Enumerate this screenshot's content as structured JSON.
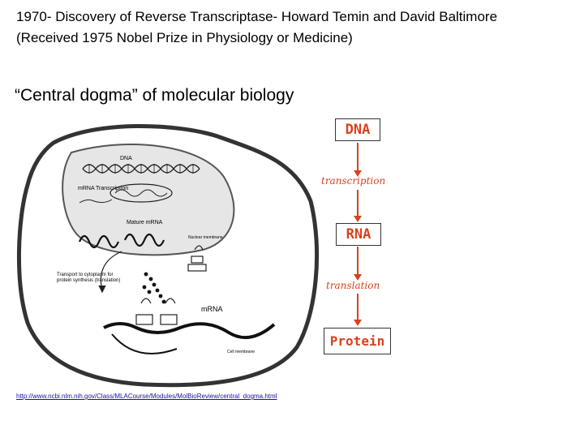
{
  "heading": {
    "line1": "1970- Discovery of Reverse Transcriptase- Howard Temin and David Baltimore",
    "line2": "(Received 1975 Nobel Prize in Physiology or Medicine)"
  },
  "subtitle": "“Central dogma” of molecular biology",
  "cell_diagram": {
    "labels": {
      "dna": "DNA",
      "mrna_transcription": "mRNA Transcription",
      "mature_mrna": "Mature mRNA",
      "nuclear_membrane": "Nuclear membrane",
      "transport_line1": "Transport to cytoplasm for",
      "transport_line2": "protein synthesis (translation)",
      "mrna": "mRNA",
      "cell_membrane": "Cell membrane"
    }
  },
  "flow": {
    "dna": "DNA",
    "transcription": "transcription",
    "rna": "RNA",
    "translation": "translation",
    "protein": "Protein",
    "accent_color": "#d8421f"
  },
  "source_url": "http://www.ncbi.nlm.nih.gov/Class/MLACourse/Modules/MolBioReview/central_dogma.html"
}
